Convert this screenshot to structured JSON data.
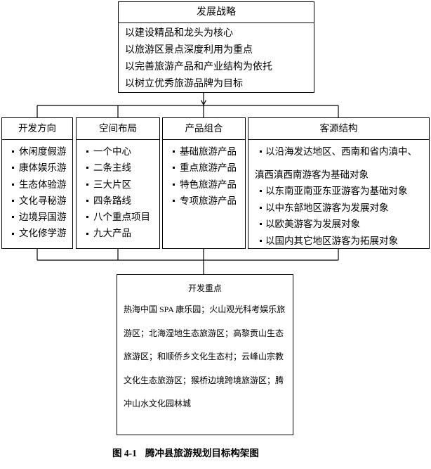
{
  "strategy": {
    "title": "发展战略",
    "items": [
      "以建设精品和龙头为核心",
      "以旅游区景点深度利用为重点",
      "以完善旅游产品和产业结构为依托",
      "以树立优秀旅游品牌为目标"
    ]
  },
  "direction": {
    "title": "开发方向",
    "items": [
      "休闲度假游",
      "康体娱乐游",
      "生态体验游",
      "文化寻秘游",
      "边境异国游",
      "文化修学游"
    ]
  },
  "spatial": {
    "title": "空间布局",
    "items": [
      "一个中心",
      "二条主线",
      "三大片区",
      "四条路线",
      "八个重点项目",
      "九大产品"
    ]
  },
  "products": {
    "title": "产品组合",
    "items": [
      "基础旅游产品",
      "重点旅游产品",
      "特色旅游产品",
      "专项旅游产品"
    ]
  },
  "markets": {
    "title": "客源结构",
    "items": [
      [
        "以沿海发达地区、西南和省内滇中、",
        "滇西滇西南游客为基础对象"
      ],
      [
        "以东南亚南亚东亚游客为基础对象"
      ],
      [
        "以中东部地区游客为发展对象"
      ],
      [
        "以欧美游客为发展对象"
      ],
      [
        "以国内其它地区游客为拓展对象"
      ]
    ]
  },
  "focus": {
    "title": "开发重点",
    "lines": [
      "热海中国 SPA 康乐园；火山观光科考娱乐旅",
      "游区；北海湿地生态旅游区；高黎贡山生态",
      "旅游区；和顺侨乡文化生态村；云峰山宗教",
      "文化生态旅游区；猴桥边境跨境旅游区；腾",
      "冲山水文化园林城"
    ]
  },
  "caption": {
    "label": "图 4-1",
    "title": "腾冲县旅游规划目标构架图"
  }
}
